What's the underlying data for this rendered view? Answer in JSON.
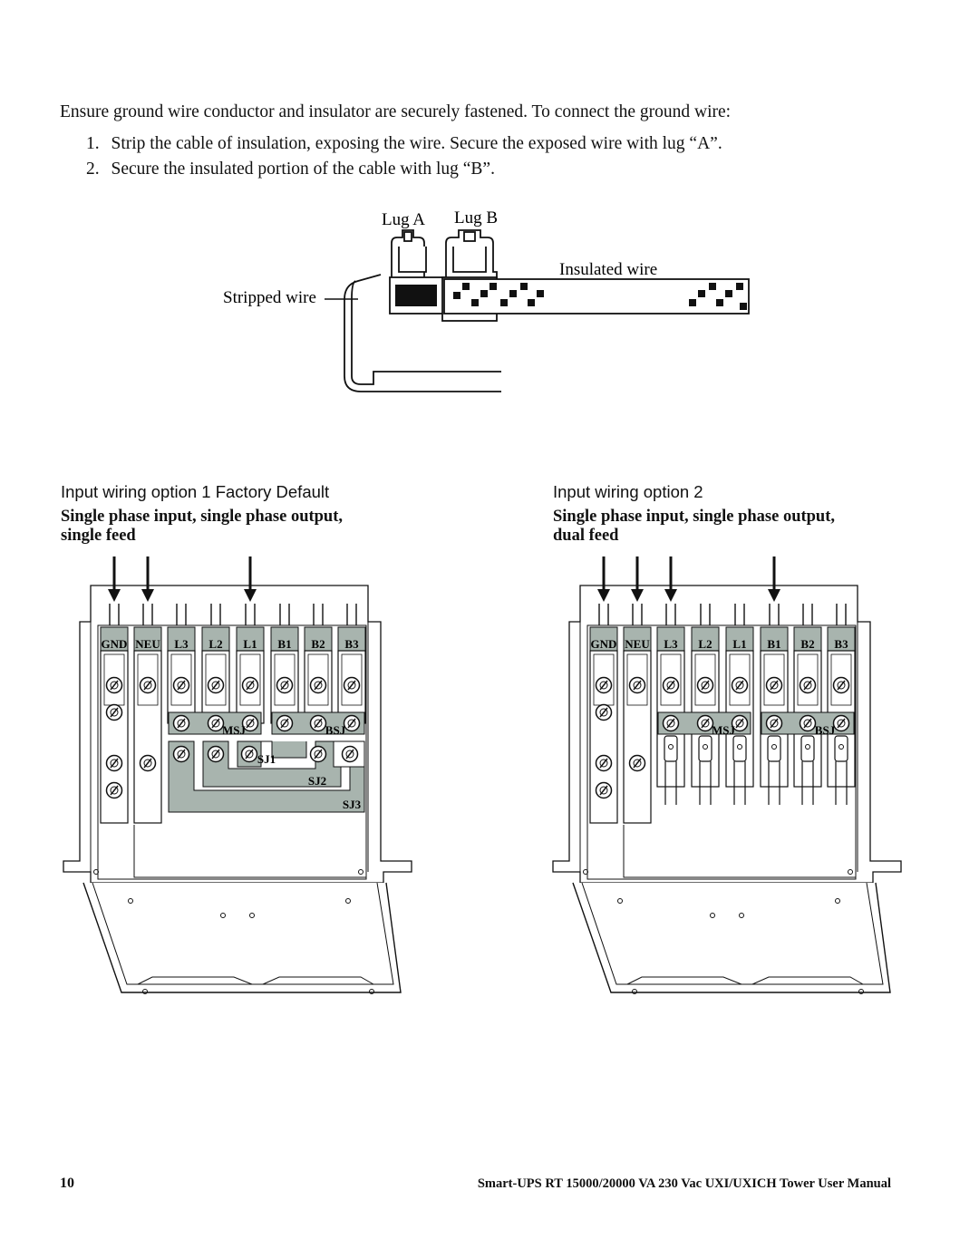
{
  "intro": "Ensure ground wire conductor and insulator are securely fastened. To connect the ground wire:",
  "steps": [
    {
      "num": "1.",
      "text": "Strip the cable of insulation, exposing the wire. Secure the exposed wire with lug “A”."
    },
    {
      "num": "2.",
      "text": "Secure the insulated portion of the cable with lug “B”."
    }
  ],
  "lug_diagram": {
    "lug_a": "Lug A",
    "lug_b": "Lug B",
    "insulated_wire": "Insulated wire",
    "stripped_wire": "Stripped wire"
  },
  "option1": {
    "title": "Input wiring option 1 Factory Default",
    "subtitle_line1": "Single phase input, single phase output,",
    "subtitle_line2": "single feed",
    "terminals": [
      "GND",
      "NEU",
      "L3",
      "L2",
      "L1",
      "B1",
      "B2",
      "B3"
    ],
    "jumpers": [
      "MSJ",
      "BSJ",
      "SJ1",
      "SJ2",
      "SJ3"
    ]
  },
  "option2": {
    "title": "Input wiring option 2",
    "subtitle_line1": "Single phase input, single phase output,",
    "subtitle_line2": "dual feed",
    "terminals": [
      "GND",
      "NEU",
      "L3",
      "L2",
      "L1",
      "B1",
      "B2",
      "B3"
    ],
    "jumpers": [
      "MSJ",
      "BSJ"
    ]
  },
  "footer": {
    "page_number": "10",
    "manual_title": "Smart-UPS RT 15000/20000 VA  230 Vac  UXI/UXICH  Tower  User Manual"
  }
}
